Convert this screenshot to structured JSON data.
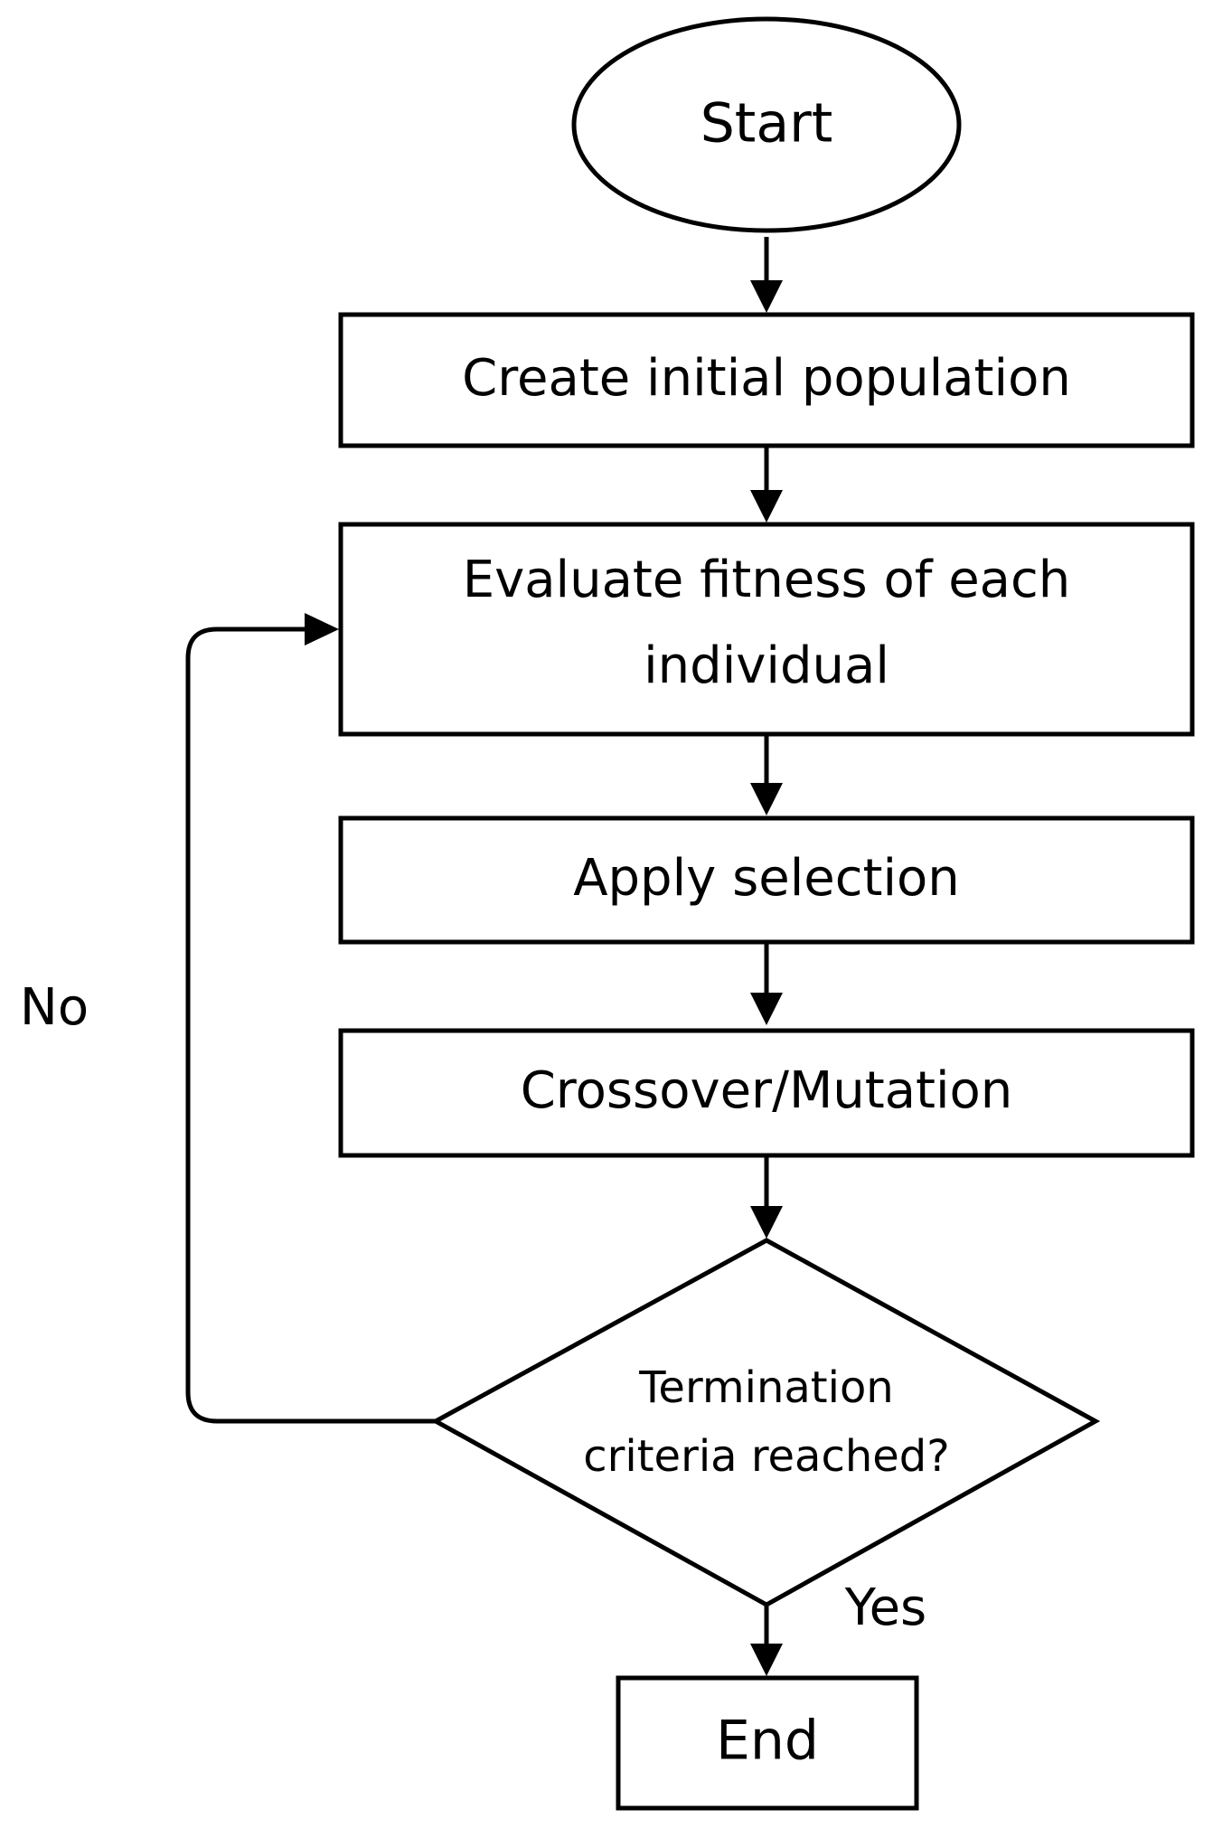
{
  "flowchart": {
    "start": "Start",
    "create_population": "Create initial population",
    "evaluate_fitness": {
      "line1": "Evaluate fitness of each",
      "line2": "individual"
    },
    "apply_selection": "Apply selection",
    "crossover_mutation": "Crossover/Mutation",
    "termination_check": {
      "line1": "Termination",
      "line2": "criteria reached?"
    },
    "no_label": "No",
    "yes_label": "Yes",
    "end": "End"
  }
}
